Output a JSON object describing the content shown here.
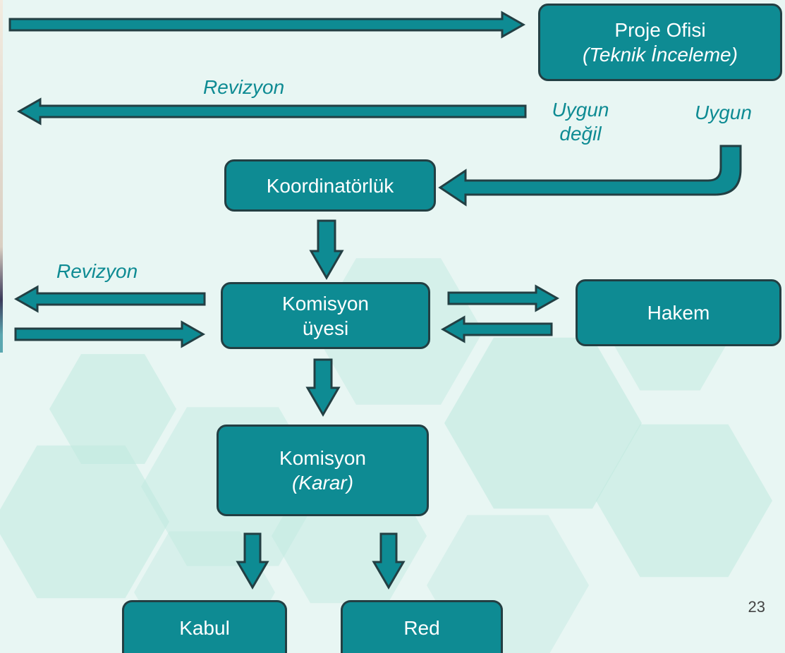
{
  "colors": {
    "box_fill": "#0e8b93",
    "box_border": "#233f43",
    "label_text": "#0e8b93",
    "background": "#e8f6f3",
    "hexagon": "#bfe9df"
  },
  "nodes": {
    "proje_ofisi": {
      "title": "Proje Ofisi",
      "subtitle": "(Teknik İnceleme)"
    },
    "koordinatorluk": {
      "title": "Koordinatörlük"
    },
    "komisyon_uyesi": {
      "title_line1": "Komisyon",
      "title_line2": "üyesi"
    },
    "hakem": {
      "title": "Hakem"
    },
    "komisyon": {
      "title": "Komisyon",
      "subtitle": "(Karar)"
    },
    "kabul": {
      "title": "Kabul"
    },
    "red": {
      "title": "Red"
    }
  },
  "labels": {
    "revizyon_top": "Revizyon",
    "uygun_degil_line1": "Uygun",
    "uygun_degil_line2": "değil",
    "uygun": "Uygun",
    "revizyon_mid": "Revizyon"
  },
  "page_number": "23"
}
